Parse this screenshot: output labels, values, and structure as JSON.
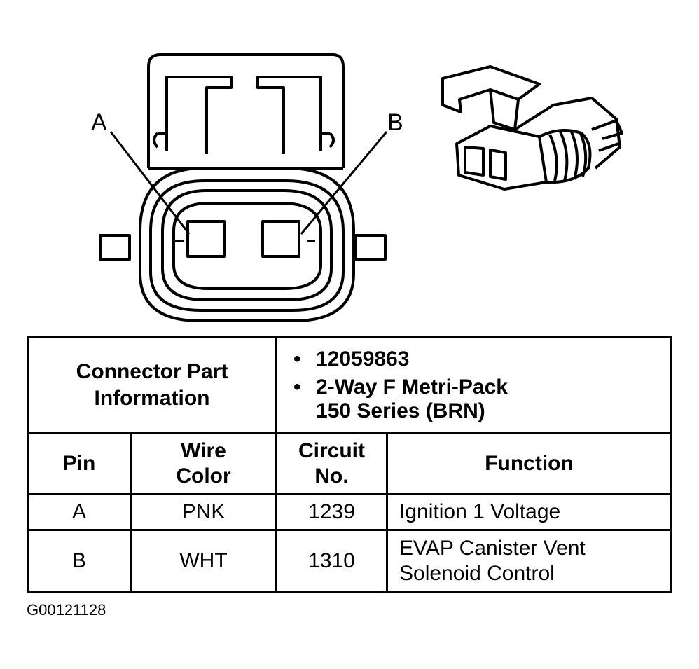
{
  "connector": {
    "pin_a_label": "A",
    "pin_b_label": "B"
  },
  "table": {
    "info_label": "Connector Part Information",
    "info_items": [
      "12059863",
      "2-Way F Metri-Pack 150 Series (BRN)"
    ],
    "headers": {
      "pin": "Pin",
      "wire_color": "Wire Color",
      "circuit_no": "Circuit No.",
      "function": "Function"
    },
    "rows": [
      {
        "pin": "A",
        "wire_color": "PNK",
        "circuit": "1239",
        "function": "Ignition 1 Voltage"
      },
      {
        "pin": "B",
        "wire_color": "WHT",
        "circuit": "1310",
        "function": "EVAP Canister Vent Solenoid Control"
      }
    ]
  },
  "figure_id": "G00121128"
}
